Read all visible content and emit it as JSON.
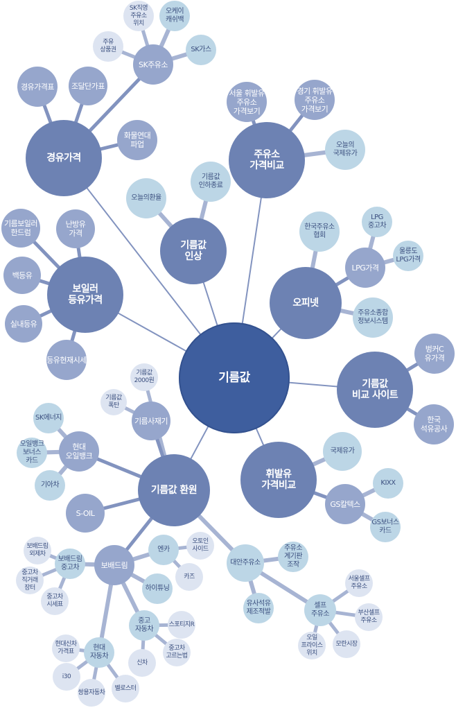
{
  "colors": {
    "root": "#3e5e9e",
    "level1": "#6d82b3",
    "level2": "#96a6cc",
    "level3": "#bcd6e6",
    "level4": "#dde4f1",
    "line_dark": "#8293bf",
    "line_light": "#a7b4d3"
  },
  "mindmap": {
    "root": {
      "id": "root",
      "label": "기름값"
    },
    "nodes": [
      {
        "id": "gyeongyu",
        "label": "경유가격",
        "level": 1,
        "parent": "root"
      },
      {
        "id": "sk-station",
        "label": "SK주유소",
        "level": 2,
        "parent": "gyeongyu"
      },
      {
        "id": "sk-direct",
        "label": "SK직영\n주유소\n위치",
        "level": 4,
        "parent": "sk-station"
      },
      {
        "id": "okcashbag",
        "label": "오케이\n캐쉬백",
        "level": 3,
        "parent": "sk-station"
      },
      {
        "id": "gas-coupon",
        "label": "주유\n상품권",
        "level": 4,
        "parent": "sk-station"
      },
      {
        "id": "sk-gas",
        "label": "SK가스",
        "level": 3,
        "parent": "sk-station"
      },
      {
        "id": "diesel-table",
        "label": "경유가격표",
        "level": 2,
        "parent": "gyeongyu"
      },
      {
        "id": "supply-price",
        "label": "조달단가표",
        "level": 2,
        "parent": "gyeongyu"
      },
      {
        "id": "cargo-strike",
        "label": "화물연대\n파업",
        "level": 2,
        "parent": "gyeongyu"
      },
      {
        "id": "station-compare",
        "label": "주유소\n가격비교",
        "level": 1,
        "parent": "root"
      },
      {
        "id": "seoul-compare",
        "label": "서울 휘발유\n주유소\n가격보기",
        "level": 2,
        "parent": "station-compare"
      },
      {
        "id": "gyeonggi-compare",
        "label": "경기 휘발유\n주유소\n가격보기",
        "level": 2,
        "parent": "station-compare"
      },
      {
        "id": "intl-oil-today",
        "label": "오늘의\n국제유가",
        "level": 3,
        "parent": "station-compare"
      },
      {
        "id": "oil-rise",
        "label": "기름값\n인상",
        "level": 1,
        "parent": "root"
      },
      {
        "id": "today-exchange",
        "label": "오늘의환율",
        "level": 3,
        "parent": "oil-rise"
      },
      {
        "id": "price-cut-end",
        "label": "기름값\n인하종료",
        "level": 3,
        "parent": "oil-rise"
      },
      {
        "id": "boiler",
        "label": "보일러\n등유가격",
        "level": 1,
        "parent": "root"
      },
      {
        "id": "boiler-oil",
        "label": "기름보일러\n한드럼",
        "level": 2,
        "parent": "boiler"
      },
      {
        "id": "heating-oil",
        "label": "난방유\n가격",
        "level": 2,
        "parent": "boiler"
      },
      {
        "id": "white-kerosene",
        "label": "백등유",
        "level": 2,
        "parent": "boiler"
      },
      {
        "id": "indoor-kerosene",
        "label": "실내등유",
        "level": 2,
        "parent": "boiler"
      },
      {
        "id": "kerosene-market",
        "label": "등유현재시세",
        "level": 2,
        "parent": "boiler"
      },
      {
        "id": "opinet",
        "label": "오피넷",
        "level": 1,
        "parent": "root"
      },
      {
        "id": "kpia",
        "label": "한국주유소\n협회",
        "level": 3,
        "parent": "opinet"
      },
      {
        "id": "lpg-price",
        "label": "LPG가격",
        "level": 2,
        "parent": "opinet"
      },
      {
        "id": "lpg-used-car",
        "label": "LPG\n중고차",
        "level": 3,
        "parent": "lpg-price"
      },
      {
        "id": "ulleungdo-lpg",
        "label": "울릉도\nLPG가격",
        "level": 3,
        "parent": "lpg-price"
      },
      {
        "id": "station-info-system",
        "label": "주유소종합\n정보시스템",
        "level": 3,
        "parent": "opinet"
      },
      {
        "id": "oil-compare-site",
        "label": "기름값\n비교 사이트",
        "level": 1,
        "parent": "root"
      },
      {
        "id": "bunker-c",
        "label": "벙커C\n유가격",
        "level": 2,
        "parent": "oil-compare-site"
      },
      {
        "id": "knoc",
        "label": "한국\n석유공사",
        "level": 2,
        "parent": "oil-compare-site"
      },
      {
        "id": "gasoline-compare",
        "label": "휘발유\n가격비교",
        "level": 1,
        "parent": "root"
      },
      {
        "id": "intl-oil",
        "label": "국제유가",
        "level": 3,
        "parent": "gasoline-compare"
      },
      {
        "id": "gs-caltex",
        "label": "GS칼텍스",
        "level": 2,
        "parent": "gasoline-compare"
      },
      {
        "id": "kixx",
        "label": "KIXX",
        "level": 3,
        "parent": "gs-caltex"
      },
      {
        "id": "gs-bonus-card",
        "label": "GS보너스\n카드",
        "level": 3,
        "parent": "gs-caltex"
      },
      {
        "id": "refund",
        "label": "기름값 환원",
        "level": 1,
        "parent": "root"
      },
      {
        "id": "oil-2000",
        "label": "기름값\n2000원",
        "level": 4,
        "parent": "refund"
      },
      {
        "id": "oil-surge",
        "label": "기름값\n폭탄",
        "level": 4,
        "parent": "oil-resale"
      },
      {
        "id": "oil-resale",
        "label": "기름사재기",
        "level": 2,
        "parent": "refund"
      },
      {
        "id": "hyundai-oilbank",
        "label": "현대\n오일뱅크",
        "level": 2,
        "parent": "refund"
      },
      {
        "id": "sk-energy",
        "label": "SK에너지",
        "level": 3,
        "parent": "hyundai-oilbank"
      },
      {
        "id": "oilbank-card",
        "label": "오일뱅크\n보너스\n카드",
        "level": 3,
        "parent": "hyundai-oilbank"
      },
      {
        "id": "kia",
        "label": "기아차",
        "level": 3,
        "parent": "hyundai-oilbank"
      },
      {
        "id": "s-oil",
        "label": "S-OIL",
        "level": 2,
        "parent": "refund"
      },
      {
        "id": "bobaedream",
        "label": "보배드림",
        "level": 2,
        "parent": "refund"
      },
      {
        "id": "bobae-used",
        "label": "보배드림\n중고차",
        "level": 3,
        "parent": "bobaedream"
      },
      {
        "id": "bobae-import",
        "label": "보배드림\n외제차",
        "level": 4,
        "parent": "bobae-used"
      },
      {
        "id": "used-direct",
        "label": "중고차\n직거래\n장터",
        "level": 4,
        "parent": "bobae-used"
      },
      {
        "id": "used-market",
        "label": "중고차\n시세표",
        "level": 4,
        "parent": "bobae-used"
      },
      {
        "id": "encar",
        "label": "엔카",
        "level": 3,
        "parent": "bobaedream"
      },
      {
        "id": "auto-inside",
        "label": "오토인\n사이드",
        "level": 4,
        "parent": "encar"
      },
      {
        "id": "cars",
        "label": "카즈",
        "level": 4,
        "parent": "encar"
      },
      {
        "id": "high-tuning",
        "label": "하이튜닝",
        "level": 3,
        "parent": "bobaedream"
      },
      {
        "id": "used-car",
        "label": "중고\n자동차",
        "level": 3,
        "parent": "bobaedream"
      },
      {
        "id": "sportage",
        "label": "스포티지R",
        "level": 4,
        "parent": "used-car"
      },
      {
        "id": "used-price",
        "label": "중고차\n고르는법",
        "level": 4,
        "parent": "used-car"
      },
      {
        "id": "new-car",
        "label": "신차",
        "level": 4,
        "parent": "used-car"
      },
      {
        "id": "hyundai-motor",
        "label": "현대\n자동차",
        "level": 3,
        "parent": "bobaedream"
      },
      {
        "id": "hyundai-newcar",
        "label": "현대신차\n가격표",
        "level": 4,
        "parent": "hyundai-motor"
      },
      {
        "id": "i30",
        "label": "i30",
        "level": 4,
        "parent": "hyundai-motor"
      },
      {
        "id": "ssangyong",
        "label": "쌍용자동차",
        "level": 4,
        "parent": "hyundai-motor"
      },
      {
        "id": "veloster",
        "label": "벨로스터",
        "level": 4,
        "parent": "hyundai-motor"
      },
      {
        "id": "alt-station",
        "label": "대안주유소",
        "level": 3,
        "parent": "refund"
      },
      {
        "id": "station-meter",
        "label": "주유소\n계기판\n조작",
        "level": 3,
        "parent": "alt-station"
      },
      {
        "id": "fake-oil",
        "label": "유사석유\n제조적발",
        "level": 3,
        "parent": "alt-station"
      },
      {
        "id": "self-station",
        "label": "셀프\n주유소",
        "level": 3,
        "parent": "alt-station"
      },
      {
        "id": "seoul-self",
        "label": "서울셀프\n주유소",
        "level": 4,
        "parent": "self-station"
      },
      {
        "id": "busan-self",
        "label": "부산셀프\n주유소",
        "level": 4,
        "parent": "self-station"
      },
      {
        "id": "oil-franchise",
        "label": "오일\n프라이스\n위치",
        "level": 4,
        "parent": "self-station"
      },
      {
        "id": "moran-market",
        "label": "모란시장",
        "level": 4,
        "parent": "self-station"
      }
    ]
  }
}
